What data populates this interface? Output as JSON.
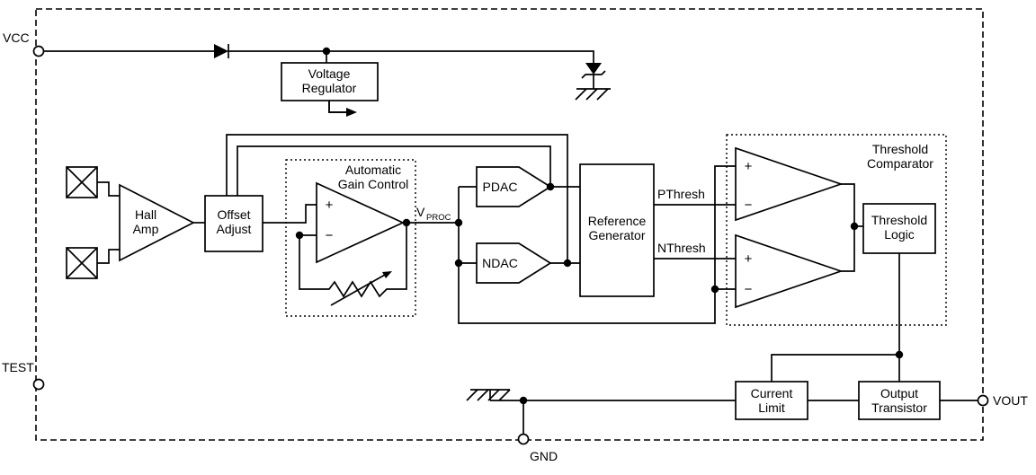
{
  "pins": {
    "vcc": "VCC",
    "test": "TEST",
    "gnd": "GND",
    "vout": "VOUT"
  },
  "blocks": {
    "voltage_regulator": {
      "line1": "Voltage",
      "line2": "Regulator"
    },
    "hall_amp": {
      "line1": "Hall",
      "line2": "Amp"
    },
    "offset_adjust": {
      "line1": "Offset",
      "line2": "Adjust"
    },
    "automatic_gain_control": {
      "line1": "Automatic",
      "line2": "Gain Control"
    },
    "pdac": {
      "label": "PDAC"
    },
    "ndac": {
      "label": "NDAC"
    },
    "reference_generator": {
      "line1": "Reference",
      "line2": "Generator"
    },
    "threshold_comparator": {
      "line1": "Threshold",
      "line2": "Comparator"
    },
    "threshold_logic": {
      "line1": "Threshold",
      "line2": "Logic"
    },
    "current_limit": {
      "line1": "Current",
      "line2": "Limit"
    },
    "output_transistor": {
      "line1": "Output",
      "line2": "Transistor"
    }
  },
  "signals": {
    "vproc_base": "V",
    "vproc_sub": "PROC",
    "pthresh": "PThresh",
    "nthresh": "NThresh"
  },
  "opamp": {
    "plus": "+",
    "minus": "−"
  },
  "comparator_top": {
    "plus": "+",
    "minus": "−"
  },
  "comparator_bottom": {
    "plus": "+",
    "minus": "−"
  },
  "colors": {
    "wire": "#000000",
    "background": "#ffffff"
  }
}
